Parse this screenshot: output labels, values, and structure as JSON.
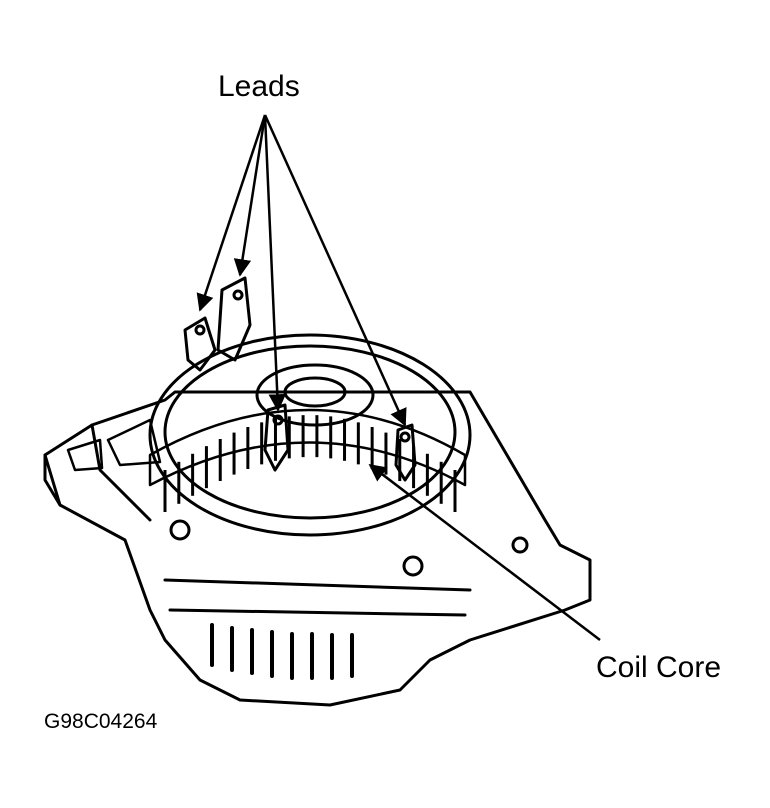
{
  "labels": {
    "leads": "Leads",
    "coil_core": "Coil Core",
    "figure_id": "G98C04264"
  },
  "colors": {
    "ink": "#000000",
    "paper": "#ffffff"
  }
}
